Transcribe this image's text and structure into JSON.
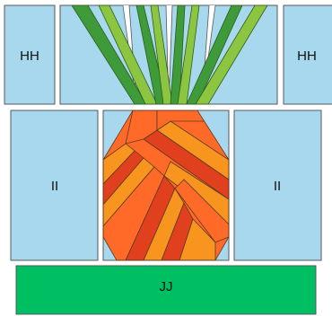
{
  "blocks": {
    "hh_left": "HH",
    "hh_right": "HH",
    "ii_left": "II",
    "ii_right": "II",
    "jj": "JJ"
  },
  "colors": {
    "block_blue": "#a8d8ee",
    "block_green": "#00bf63",
    "leaf_dark": "#3f9a3a",
    "leaf_light": "#8cc540",
    "fruit_red": "#e0401e",
    "fruit_orange": "#ff6a28",
    "fruit_amber": "#f7951e"
  }
}
